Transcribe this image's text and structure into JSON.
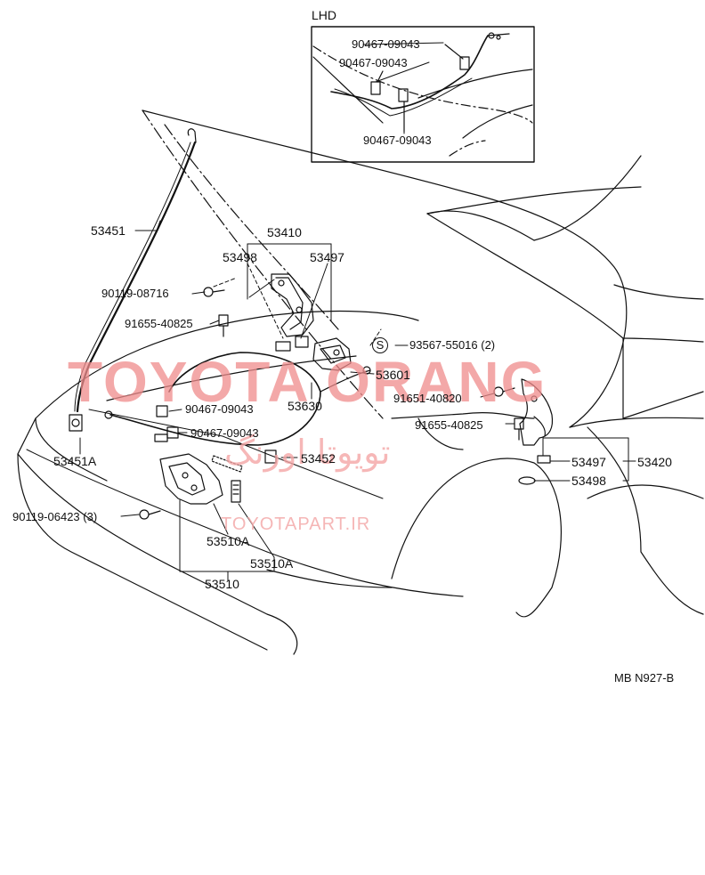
{
  "inset": {
    "title": "LHD",
    "labels": [
      "90467-09043",
      "90467-09043",
      "90467-09043"
    ]
  },
  "parts": {
    "p53451": "53451",
    "p53410": "53410",
    "p53498_a": "53498",
    "p53497_a": "53497",
    "p90119_08716": "90119-08716",
    "p91655_40825_a": "91655-40825",
    "p93567": "93567-55016 (2)",
    "p93567_mark": "S",
    "p53601": "53601",
    "p53630": "53630",
    "p91651": "91651-40820",
    "p90467_a": "90467-09043",
    "p90467_b": "90467-09043",
    "p91655_40825_b": "91655-40825",
    "p53451A": "53451A",
    "p53452": "53452",
    "p53497_b": "53497",
    "p53420": "53420",
    "p53498_b": "53498",
    "p90119_06423": "90119-06423 (3)",
    "p53510A_a": "53510A",
    "p53510A_b": "53510A",
    "p53510": "53510"
  },
  "figure_code": "MB N927-B",
  "watermark": {
    "brand": "TOYOTA ORANG",
    "persian": "تویوتا اورنگ",
    "site": "TOYOTAPART.IR"
  },
  "colors": {
    "line": "#111111",
    "watermark": "#f08c8c"
  }
}
